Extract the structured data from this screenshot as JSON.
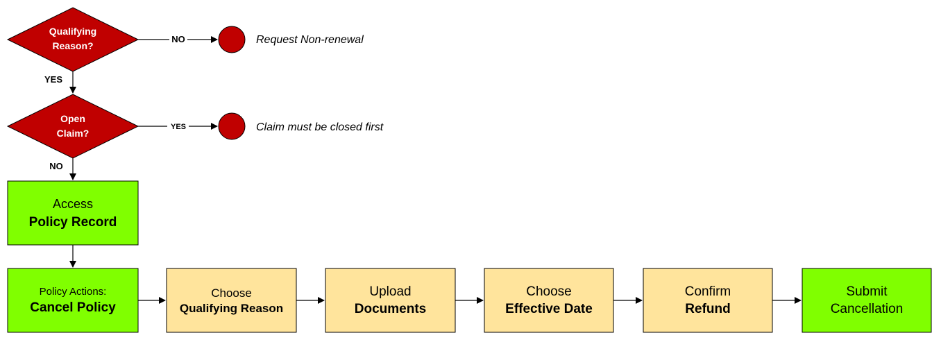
{
  "colors": {
    "decision_fill": "#c00000",
    "decision_text": "#ffffff",
    "terminal_fill": "#c00000",
    "green_fill": "#80ff00",
    "step_fill": "#ffe49c",
    "stroke": "#000000",
    "text": "#000000"
  },
  "decisions": {
    "qualifying": {
      "line1": "Qualifying",
      "line2": "Reason?"
    },
    "open_claim": {
      "line1": "Open",
      "line2": "Claim?"
    }
  },
  "branches": {
    "qualifying_no": "NO",
    "qualifying_yes": "YES",
    "claim_yes": "YES",
    "claim_no": "NO"
  },
  "terminals": {
    "non_renewal": "Request Non-renewal",
    "claim_closed": "Claim must be closed first"
  },
  "boxes": {
    "access": {
      "line1": "Access",
      "line2": "Policy Record"
    },
    "policy_actions": {
      "line1": "Policy Actions:",
      "line2": "Cancel Policy"
    },
    "qualifying_reason": {
      "line1": "Choose",
      "line2": "Qualifying Reason"
    },
    "upload": {
      "line1": "Upload",
      "line2": "Documents"
    },
    "effective_date": {
      "line1": "Choose",
      "line2": "Effective Date"
    },
    "refund": {
      "line1": "Confirm",
      "line2": "Refund"
    },
    "submit": {
      "line1": "Submit",
      "line2": "Cancellation"
    }
  }
}
